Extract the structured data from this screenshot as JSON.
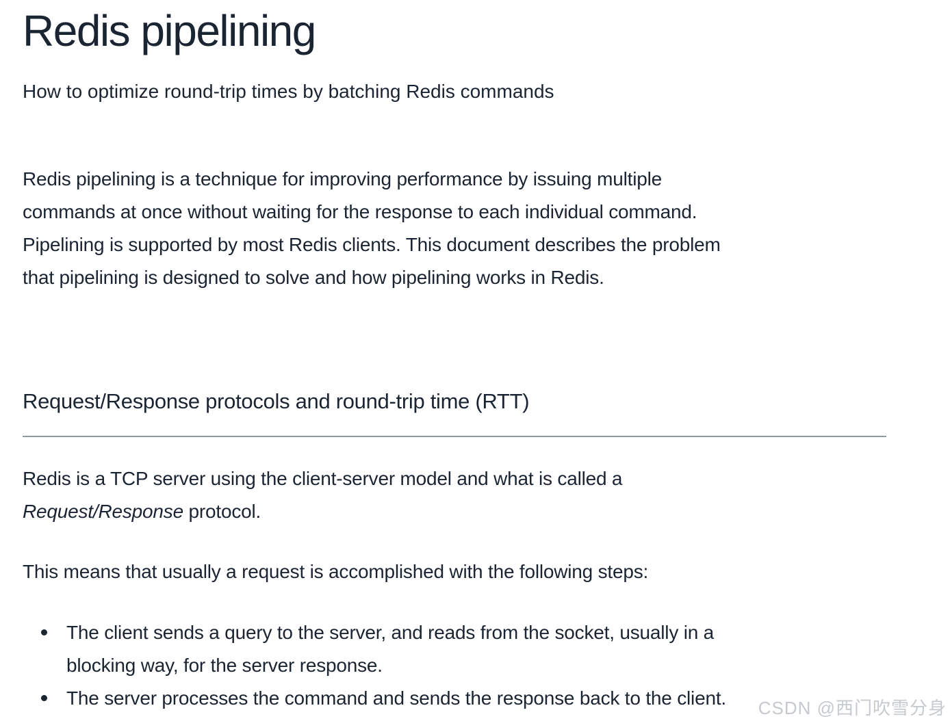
{
  "page": {
    "title": "Redis pipelining",
    "subtitle": "How to optimize round-trip times by batching Redis commands"
  },
  "intro": {
    "lines": [
      "Redis pipelining is a technique for improving performance by issuing multiple",
      "commands at once without waiting for the response to each individual command.",
      "Pipelining is supported by most Redis clients. This document describes the problem",
      "that pipelining is designed to solve and how pipelining works in Redis."
    ]
  },
  "section": {
    "heading": "Request/Response protocols and round-trip time (RTT)"
  },
  "rtt": {
    "line1": "Redis is a TCP server using the client-server model and what is called a",
    "italic_term": "Request/Response",
    "after_italic": " protocol.",
    "steps_intro": "This means that usually a request is accomplished with the following steps:",
    "steps": [
      {
        "lines": [
          "The client sends a query to the server, and reads from the socket, usually in a",
          "blocking way, for the server response."
        ]
      },
      {
        "lines": [
          "The server processes the command and sends the response back to the client."
        ]
      }
    ]
  },
  "watermark": {
    "text": "CSDN @西门吹雪分身"
  },
  "colors": {
    "text": "#1b2433",
    "divider": "#8e99a4",
    "watermark": "#c6cace",
    "background": "#ffffff"
  }
}
